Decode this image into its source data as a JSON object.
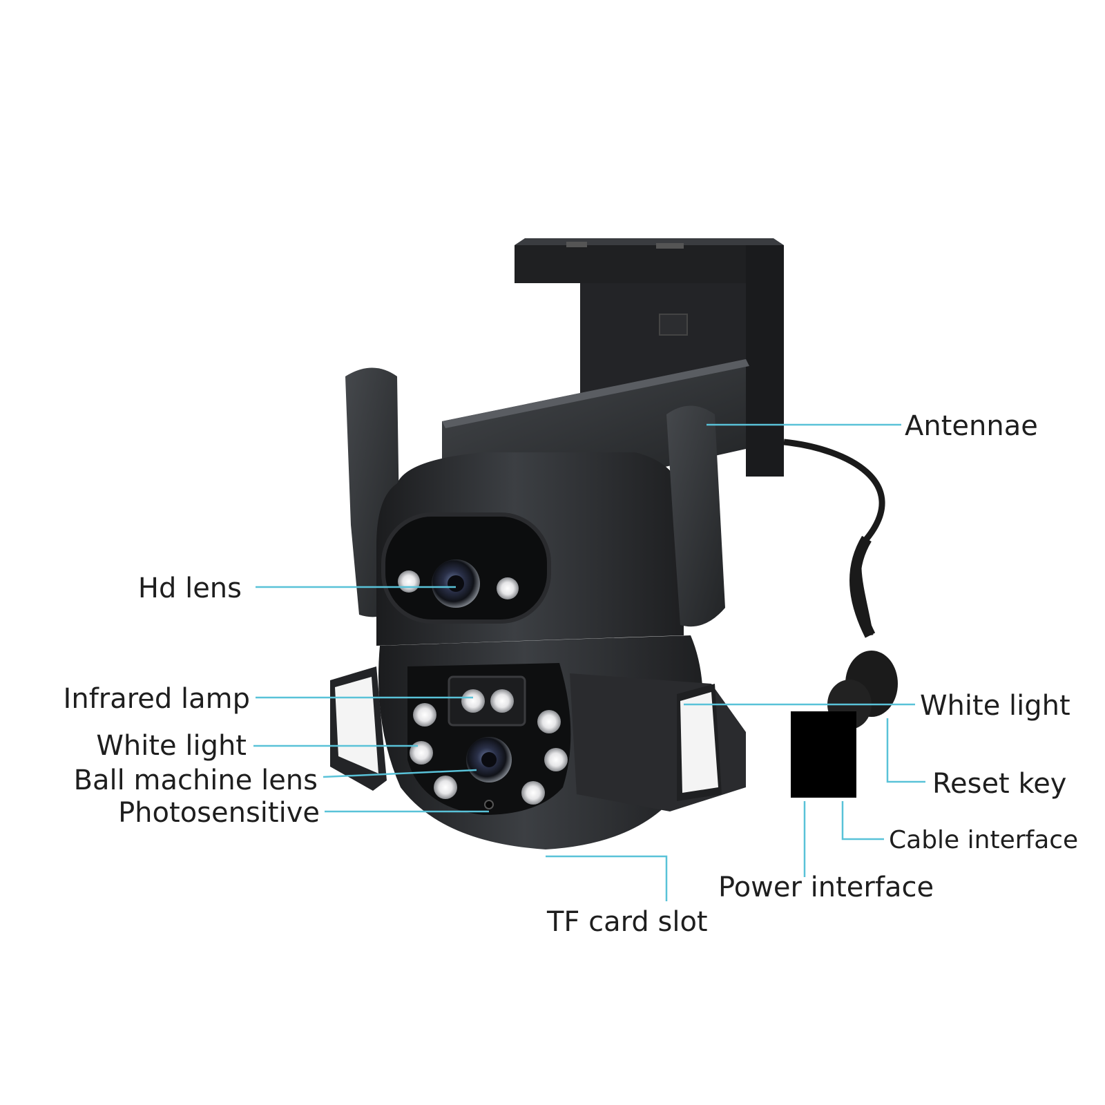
{
  "colors": {
    "leader_line": "#59c2d8",
    "label_text": "#1e1e1e",
    "camera_body": "#2e3033",
    "camera_dark": "#121314",
    "background": "#ffffff"
  },
  "labels": {
    "antennae": "Antennae",
    "hd_lens": "Hd lens",
    "infrared_lamp": "Infrared lamp",
    "white_light_left": "White light",
    "ball_machine_lens": "Ball machine lens",
    "photosensitive": "Photosensitive",
    "white_light_right": "White light",
    "reset_key": "Reset key",
    "cable_interface": "Cable interface",
    "power_interface": "Power interface",
    "tf_card_slot": "TF card slot"
  }
}
